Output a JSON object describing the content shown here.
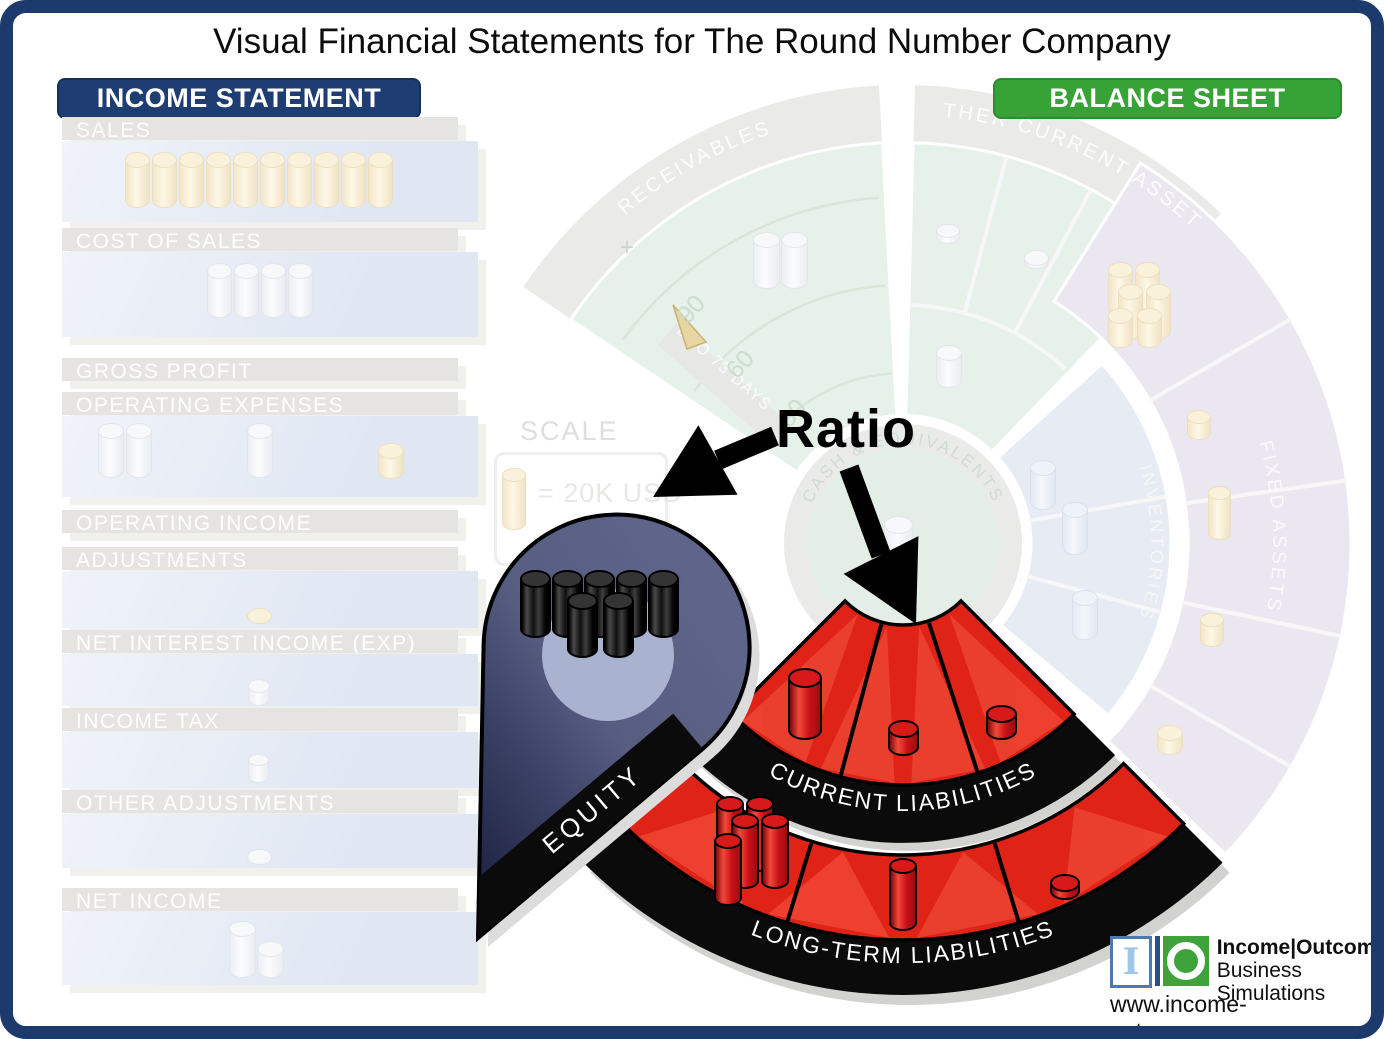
{
  "title": "Visual Financial Statements for The Round Number Company",
  "banners": {
    "income_statement": "INCOME STATEMENT",
    "balance_sheet": "BALANCE SHEET"
  },
  "income_statement": {
    "rows": [
      {
        "label": "SALES"
      },
      {
        "label": "COST OF SALES"
      },
      {
        "label": "GROSS PROFIT"
      },
      {
        "label": "OPERATING EXPENSES"
      },
      {
        "label": "OPERATING INCOME"
      },
      {
        "label": "ADJUSTMENTS"
      },
      {
        "label": "NET INTEREST INCOME (EXP)"
      },
      {
        "label": "INCOME TAX"
      },
      {
        "label": "OTHER ADJUSTMENTS"
      },
      {
        "label": "NET INCOME"
      }
    ]
  },
  "scale_box": {
    "title": "SCALE",
    "legend": "= 20K USD"
  },
  "annotation": {
    "ratio_label": "Ratio"
  },
  "balance_sheet": {
    "labels": {
      "receivables": "RECEIVABLES",
      "other_current_assets": "OTHER CURRENT ASSETS",
      "cash": "CASH & EQUIVALENTS",
      "inventories": "INVENTORIES",
      "fixed_assets": "FIXED ASSETS",
      "current_liabilities": "CURRENT LIABILITIES",
      "long_term_liabilities": "LONG-TERM LIABILITIES",
      "equity": "EQUITY"
    },
    "dso_gauge": {
      "label": "DSO 73 DAYS",
      "ticks": [
        "90",
        "60",
        "30"
      ],
      "plus": "+"
    }
  },
  "logo": {
    "monogram_i": "I",
    "brand": "Income|Outcome®",
    "tagline": "Business Simulations",
    "website": "www.income-outcome.com"
  },
  "colors": {
    "frame": "#1c3a6b",
    "income_banner": "#1d3d73",
    "balance_banner": "#37a336",
    "liability_red": "#e02317",
    "liability_red_light": "#ee4533",
    "equity_slate": "#575d80",
    "equity_inner": "#a9b2ce",
    "cylinder_black": "#1a1a1a",
    "cylinder_cream": "#faf1da",
    "cylinder_red": "#d8191a"
  },
  "cylinders": [
    {
      "name": "sales",
      "layer": "faded",
      "palette": "cream",
      "items": [
        [
          125,
          152,
          25,
          56
        ],
        [
          152,
          152,
          25,
          56
        ],
        [
          179,
          152,
          25,
          56
        ],
        [
          206,
          152,
          25,
          56
        ],
        [
          233,
          152,
          25,
          56
        ],
        [
          260,
          152,
          25,
          56
        ],
        [
          287,
          152,
          25,
          56
        ],
        [
          314,
          152,
          25,
          56
        ],
        [
          341,
          152,
          25,
          56
        ],
        [
          368,
          152,
          25,
          56
        ]
      ]
    },
    {
      "name": "cost-of-sales",
      "layer": "faded",
      "palette": "whitef",
      "items": [
        [
          207,
          263,
          25,
          55
        ],
        [
          234,
          263,
          25,
          55
        ],
        [
          261,
          263,
          25,
          55
        ],
        [
          288,
          263,
          25,
          55
        ]
      ]
    },
    {
      "name": "operating-expenses",
      "layer": "faded",
      "palette": "whitef",
      "items": [
        [
          98,
          423,
          26,
          55
        ],
        [
          126,
          423,
          26,
          55
        ],
        [
          247,
          423,
          26,
          55
        ]
      ]
    },
    {
      "name": "operating-expenses-small",
      "layer": "faded",
      "palette": "cream",
      "items": [
        [
          378,
          443,
          26,
          36
        ]
      ]
    },
    {
      "name": "adjustments",
      "layer": "faded",
      "palette": "cream",
      "items": [
        [
          247,
          608,
          25,
          16
        ]
      ]
    },
    {
      "name": "net-interest",
      "layer": "faded",
      "palette": "whitef",
      "items": [
        [
          248,
          679,
          22,
          27
        ]
      ]
    },
    {
      "name": "income-tax",
      "layer": "faded",
      "palette": "whitef",
      "items": [
        [
          248,
          754,
          21,
          29
        ]
      ]
    },
    {
      "name": "other-adjustments",
      "layer": "faded",
      "palette": "whitef",
      "items": [
        [
          247,
          849,
          25,
          16
        ]
      ]
    },
    {
      "name": "net-income",
      "layer": "faded",
      "palette": "whitef",
      "items": [
        [
          229,
          921,
          27,
          57
        ],
        [
          257,
          941,
          27,
          37
        ]
      ]
    },
    {
      "name": "scale-unit",
      "layer": "faded",
      "palette": "cream",
      "items": [
        [
          502,
          468,
          24,
          62
        ]
      ]
    },
    {
      "name": "receivables",
      "layer": "faded",
      "palette": "whitef",
      "items": [
        [
          753,
          232,
          27,
          57
        ],
        [
          781,
          232,
          27,
          57
        ]
      ]
    },
    {
      "name": "cash",
      "layer": "faded",
      "palette": "whitef",
      "items": [
        [
          884,
          516,
          29,
          58
        ]
      ]
    },
    {
      "name": "other-current-assets",
      "layer": "faded",
      "palette": "whitef",
      "items": [
        [
          936,
          224,
          24,
          20
        ],
        [
          1024,
          250,
          25,
          19
        ],
        [
          936,
          345,
          26,
          43
        ]
      ]
    },
    {
      "name": "inventories",
      "layer": "faded",
      "palette": "bluef",
      "items": [
        [
          1030,
          460,
          26,
          50
        ],
        [
          1062,
          502,
          26,
          53
        ],
        [
          1072,
          590,
          26,
          50
        ]
      ]
    },
    {
      "name": "fixed-assets",
      "layer": "faded",
      "palette": "cream",
      "items": [
        [
          1108,
          262,
          25,
          55
        ],
        [
          1135,
          262,
          25,
          55
        ],
        [
          1118,
          284,
          25,
          55
        ],
        [
          1146,
          284,
          25,
          55
        ],
        [
          1108,
          308,
          25,
          40
        ],
        [
          1137,
          308,
          25,
          40
        ],
        [
          1187,
          410,
          24,
          30
        ],
        [
          1208,
          486,
          23,
          54
        ],
        [
          1200,
          613,
          24,
          34
        ],
        [
          1157,
          725,
          26,
          30
        ]
      ]
    },
    {
      "name": "equity",
      "layer": "bright",
      "palette": "black",
      "items": [
        [
          520,
          570,
          31,
          68
        ],
        [
          552,
          570,
          31,
          68
        ],
        [
          584,
          570,
          31,
          68
        ],
        [
          616,
          570,
          31,
          68
        ],
        [
          648,
          570,
          31,
          68
        ],
        [
          567,
          592,
          31,
          66
        ],
        [
          603,
          592,
          31,
          66
        ]
      ]
    },
    {
      "name": "current-liabilities",
      "layer": "bright",
      "palette": "red",
      "items": [
        [
          788,
          668,
          34,
          72
        ],
        [
          888,
          720,
          31,
          36
        ],
        [
          986,
          705,
          31,
          35
        ]
      ]
    },
    {
      "name": "long-term-liabilities",
      "layer": "bright",
      "palette": "red",
      "items": [
        [
          716,
          796,
          28,
          76
        ],
        [
          746,
          796,
          28,
          76
        ],
        [
          731,
          813,
          28,
          76
        ],
        [
          761,
          813,
          28,
          76
        ],
        [
          714,
          833,
          28,
          73
        ],
        [
          889,
          858,
          28,
          73
        ],
        [
          1050,
          874,
          30,
          26
        ]
      ]
    }
  ]
}
